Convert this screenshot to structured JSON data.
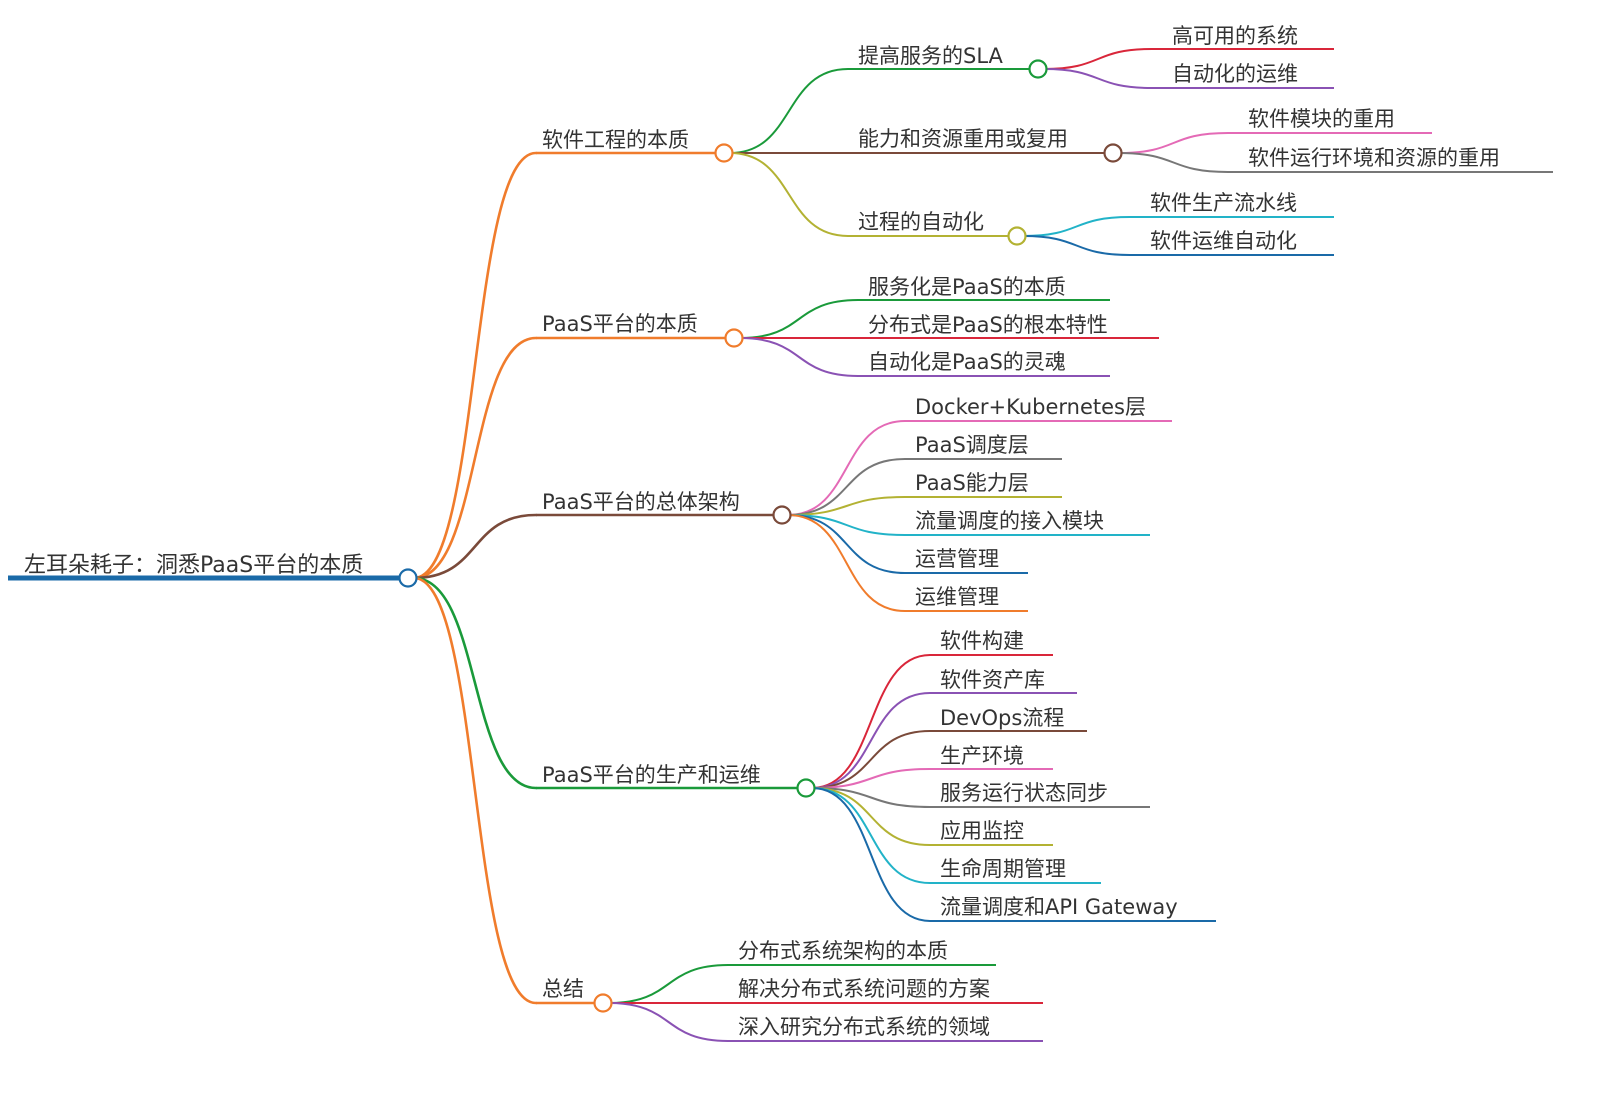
{
  "root": {
    "label": "左耳朵耗子：洞悉PaaS平台的本质",
    "color": "#1a6aa8"
  },
  "branches": [
    {
      "label": "软件工程的本质",
      "color": "#f07c2c",
      "children": [
        {
          "label": "提高服务的SLA",
          "color": "#1a9a3a",
          "children": [
            {
              "label": "高可用的系统",
              "color": "#d9263a"
            },
            {
              "label": "自动化的运维",
              "color": "#8a52b4"
            }
          ]
        },
        {
          "label": "能力和资源重用或复用",
          "color": "#7a4a3a",
          "children": [
            {
              "label": "软件模块的重用",
              "color": "#e46ab6"
            },
            {
              "label": "软件运行环境和资源的重用",
              "color": "#777777"
            }
          ]
        },
        {
          "label": "过程的自动化",
          "color": "#b3b233",
          "children": [
            {
              "label": "软件生产流水线",
              "color": "#22b3c8"
            },
            {
              "label": "软件运维自动化",
              "color": "#1a6aa8"
            }
          ]
        }
      ]
    },
    {
      "label": "PaaS平台的本质",
      "color": "#f07c2c",
      "children": [
        {
          "label": "服务化是PaaS的本质",
          "color": "#1a9a3a"
        },
        {
          "label": "分布式是PaaS的根本特性",
          "color": "#d9263a"
        },
        {
          "label": "自动化是PaaS的灵魂",
          "color": "#8a52b4"
        }
      ]
    },
    {
      "label": "PaaS平台的总体架构",
      "color": "#7a4a3a",
      "children": [
        {
          "label": "Docker+Kubernetes层",
          "color": "#e46ab6"
        },
        {
          "label": "PaaS调度层",
          "color": "#777777"
        },
        {
          "label": "PaaS能力层",
          "color": "#b3b233"
        },
        {
          "label": "流量调度的接入模块",
          "color": "#22b3c8"
        },
        {
          "label": "运营管理",
          "color": "#1a6aa8"
        },
        {
          "label": "运维管理",
          "color": "#f07c2c"
        }
      ]
    },
    {
      "label": "PaaS平台的生产和运维",
      "color": "#1a9a3a",
      "children": [
        {
          "label": "软件构建",
          "color": "#d9263a"
        },
        {
          "label": "软件资产库",
          "color": "#8a52b4"
        },
        {
          "label": "DevOps流程",
          "color": "#7a4a3a"
        },
        {
          "label": "生产环境",
          "color": "#e46ab6"
        },
        {
          "label": "服务运行状态同步",
          "color": "#777777"
        },
        {
          "label": "应用监控",
          "color": "#b3b233"
        },
        {
          "label": "生命周期管理",
          "color": "#22b3c8"
        },
        {
          "label": "流量调度和API Gateway",
          "color": "#1a6aa8"
        }
      ]
    },
    {
      "label": "总结",
      "color": "#f07c2c",
      "children": [
        {
          "label": "分布式系统架构的本质",
          "color": "#1a9a3a"
        },
        {
          "label": "解决分布式系统问题的方案",
          "color": "#d9263a"
        },
        {
          "label": "深入研究分布式系统的领域",
          "color": "#8a52b4"
        }
      ]
    }
  ]
}
